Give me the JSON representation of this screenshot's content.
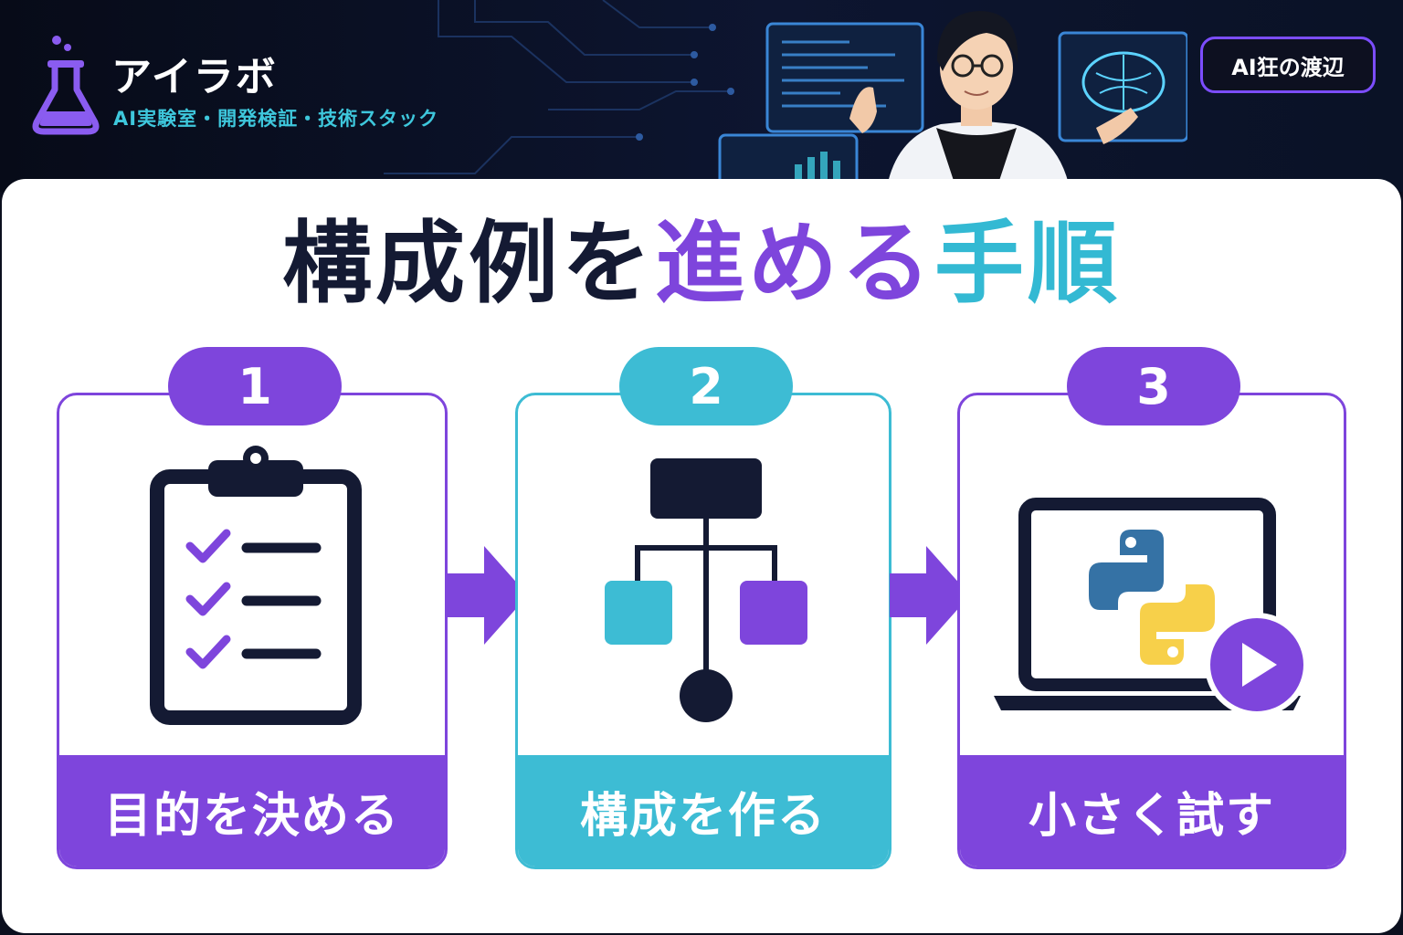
{
  "header": {
    "brand": "アイラボ",
    "tagline": "AI実験室・開発検証・技術スタック",
    "author_badge": "AI狂の渡辺"
  },
  "title": {
    "part1": "構成例を",
    "part2": "進める",
    "part3": "手順"
  },
  "steps": [
    {
      "number": "1",
      "label": "目的を決める",
      "icon": "clipboard-checklist-icon"
    },
    {
      "number": "2",
      "label": "構成を作る",
      "icon": "flowchart-icon"
    },
    {
      "number": "3",
      "label": "小さく試す",
      "icon": "laptop-python-run-icon"
    }
  ],
  "colors": {
    "purple": "#7e45dc",
    "teal": "#3dbcd4",
    "navy": "#141a33",
    "python_blue": "#3572a5",
    "python_yellow": "#f7d04a"
  }
}
